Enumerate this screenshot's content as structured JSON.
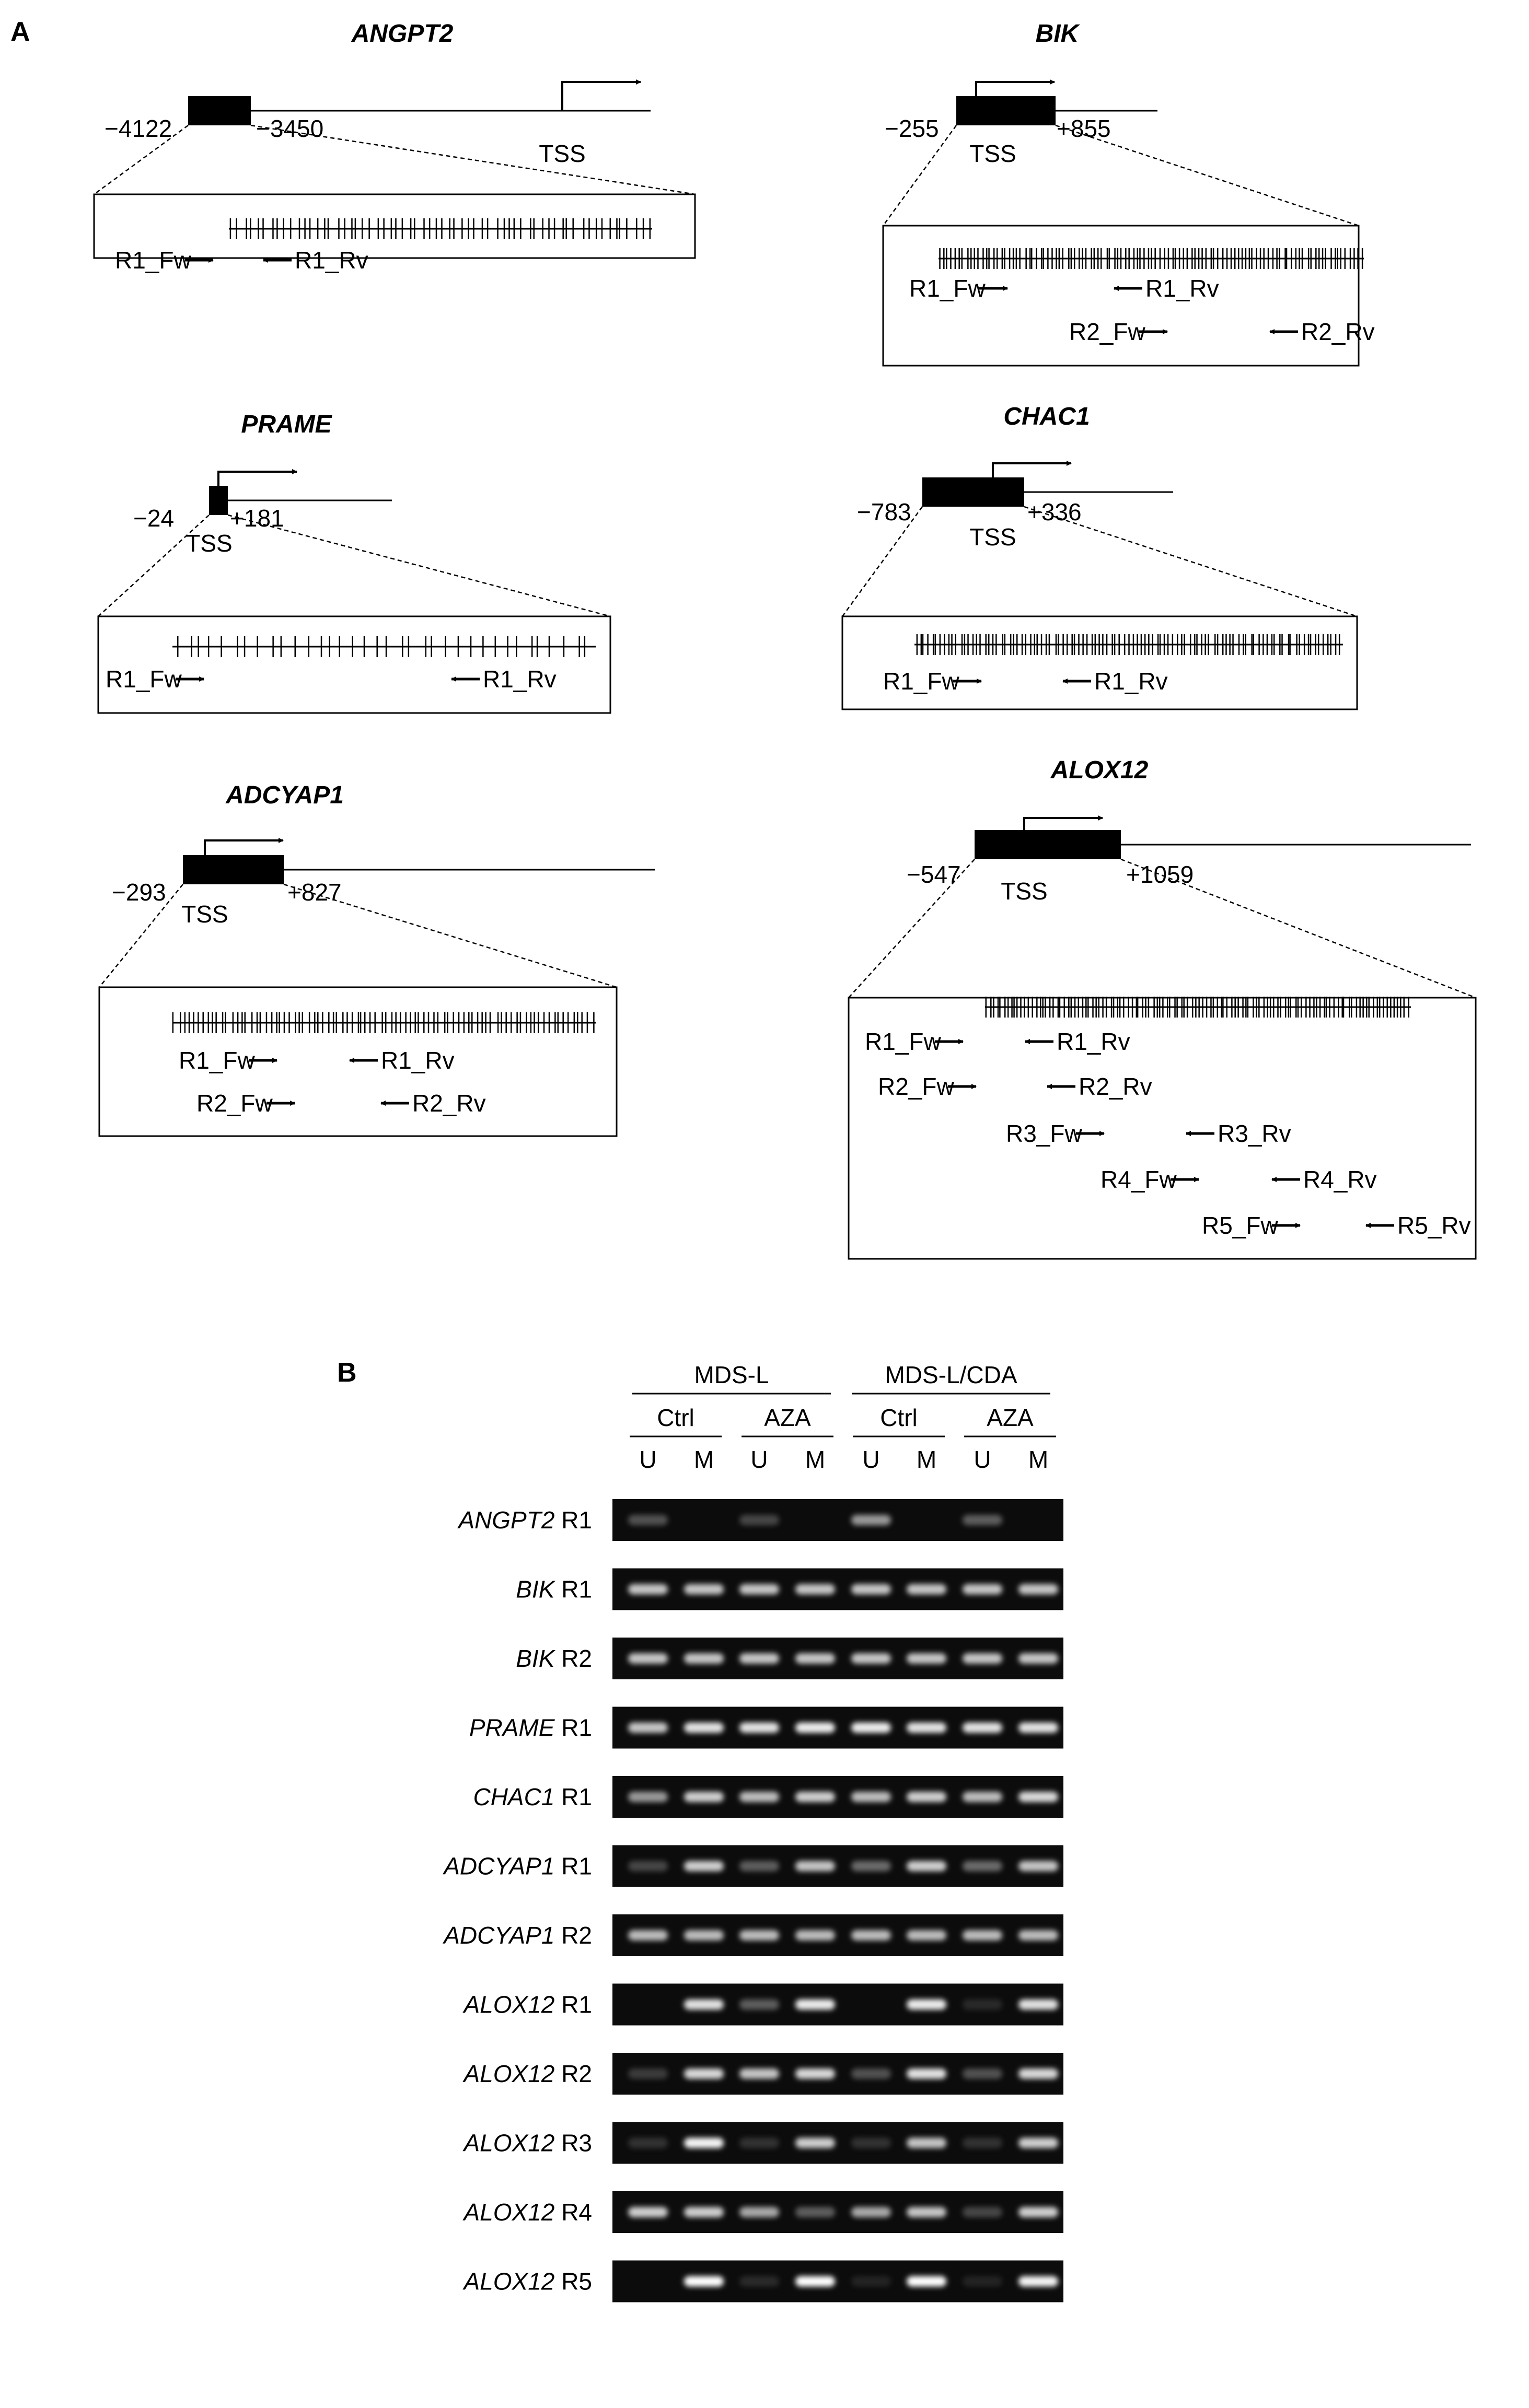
{
  "panel_a": {
    "label": "A",
    "genes": [
      {
        "name": "ANGPT2",
        "left_coord": "−4122",
        "right_coord": "−3450",
        "tss": "TSS",
        "primers": [
          {
            "fw": "R1_Fw",
            "rv": "R1_Rv"
          }
        ]
      },
      {
        "name": "BIK",
        "left_coord": "−255",
        "right_coord": "+855",
        "tss": "TSS",
        "primers": [
          {
            "fw": "R1_Fw",
            "rv": "R1_Rv"
          },
          {
            "fw": "R2_Fw",
            "rv": "R2_Rv"
          }
        ]
      },
      {
        "name": "PRAME",
        "left_coord": "−24",
        "right_coord": "+181",
        "tss": "TSS",
        "primers": [
          {
            "fw": "R1_Fw",
            "rv": "R1_Rv"
          }
        ]
      },
      {
        "name": "CHAC1",
        "left_coord": "−783",
        "right_coord": "+336",
        "tss": "TSS",
        "primers": [
          {
            "fw": "R1_Fw",
            "rv": "R1_Rv"
          }
        ]
      },
      {
        "name": "ADCYAP1",
        "left_coord": "−293",
        "right_coord": "+827",
        "tss": "TSS",
        "primers": [
          {
            "fw": "R1_Fw",
            "rv": "R1_Rv"
          },
          {
            "fw": "R2_Fw",
            "rv": "R2_Rv"
          }
        ]
      },
      {
        "name": "ALOX12",
        "left_coord": "−547",
        "right_coord": "+1059",
        "tss": "TSS",
        "primers": [
          {
            "fw": "R1_Fw",
            "rv": "R1_Rv"
          },
          {
            "fw": "R2_Fw",
            "rv": "R2_Rv"
          },
          {
            "fw": "R3_Fw",
            "rv": "R3_Rv"
          },
          {
            "fw": "R4_Fw",
            "rv": "R4_Rv"
          },
          {
            "fw": "R5_Fw",
            "rv": "R5_Rv"
          }
        ]
      }
    ]
  },
  "panel_b": {
    "label": "B",
    "groups": [
      "MDS-L",
      "MDS-L/CDA"
    ],
    "treatments": [
      "Ctrl",
      "AZA",
      "Ctrl",
      "AZA"
    ],
    "lanes": [
      "U",
      "M",
      "U",
      "M",
      "U",
      "M",
      "U",
      "M"
    ],
    "rows": [
      {
        "gene": "ANGPT2",
        "region": "R1",
        "bands": [
          0.3,
          0,
          0.25,
          0,
          0.55,
          0,
          0.35,
          0
        ]
      },
      {
        "gene": "BIK",
        "region": "R1",
        "bands": [
          0.7,
          0.7,
          0.7,
          0.7,
          0.7,
          0.7,
          0.7,
          0.7
        ]
      },
      {
        "gene": "BIK",
        "region": "R2",
        "bands": [
          0.7,
          0.7,
          0.7,
          0.7,
          0.7,
          0.7,
          0.7,
          0.7
        ]
      },
      {
        "gene": "PRAME",
        "region": "R1",
        "bands": [
          0.7,
          0.85,
          0.85,
          0.9,
          0.9,
          0.85,
          0.85,
          0.85
        ]
      },
      {
        "gene": "CHAC1",
        "region": "R1",
        "bands": [
          0.55,
          0.75,
          0.65,
          0.75,
          0.65,
          0.75,
          0.65,
          0.8
        ]
      },
      {
        "gene": "ADCYAP1",
        "region": "R1",
        "bands": [
          0.25,
          0.75,
          0.35,
          0.7,
          0.4,
          0.75,
          0.4,
          0.7
        ]
      },
      {
        "gene": "ADCYAP1",
        "region": "R2",
        "bands": [
          0.65,
          0.65,
          0.65,
          0.65,
          0.65,
          0.65,
          0.65,
          0.65
        ]
      },
      {
        "gene": "ALOX12",
        "region": "R1",
        "bands": [
          0,
          0.85,
          0.35,
          0.9,
          0,
          0.9,
          0.1,
          0.85
        ]
      },
      {
        "gene": "ALOX12",
        "region": "R2",
        "bands": [
          0.2,
          0.8,
          0.7,
          0.8,
          0.3,
          0.85,
          0.3,
          0.8
        ]
      },
      {
        "gene": "ALOX12",
        "region": "R3",
        "bands": [
          0.15,
          0.95,
          0.15,
          0.75,
          0.15,
          0.7,
          0.15,
          0.75
        ]
      },
      {
        "gene": "ALOX12",
        "region": "R4",
        "bands": [
          0.75,
          0.75,
          0.6,
          0.35,
          0.6,
          0.7,
          0.25,
          0.75
        ]
      },
      {
        "gene": "ALOX12",
        "region": "R5",
        "bands": [
          0,
          1.0,
          0.1,
          1.0,
          0.05,
          1.0,
          0.05,
          0.95
        ]
      }
    ]
  }
}
